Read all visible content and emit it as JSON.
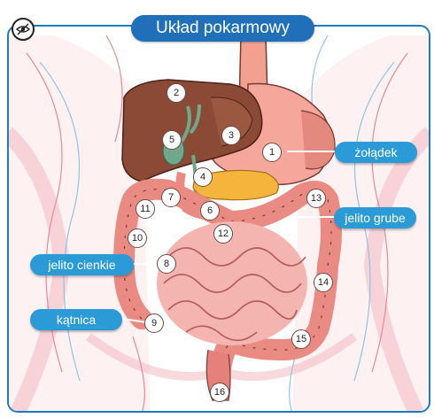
{
  "title": "Układ pokarmowy",
  "labels": {
    "stomach": "żołądek",
    "large_intestine": "jelito grube",
    "small_intestine": "jelito cienkie",
    "cecum": "kątnica"
  },
  "numbers": [
    "1",
    "2",
    "3",
    "4",
    "5",
    "6",
    "7",
    "8",
    "9",
    "10",
    "11",
    "12",
    "13",
    "14",
    "15",
    "16"
  ],
  "icons": {
    "visibility_toggle": "eye-off-icon"
  },
  "colors": {
    "title_bg": "#1f70b8",
    "callout_bg": "#2b9bd8",
    "frame": "#1b7dbf",
    "liver": "#8a4a35",
    "stomach": "#f4a79a",
    "intestine": "#e98b82",
    "pancreas": "#f5b43c",
    "gallbladder": "#6fa88a"
  }
}
